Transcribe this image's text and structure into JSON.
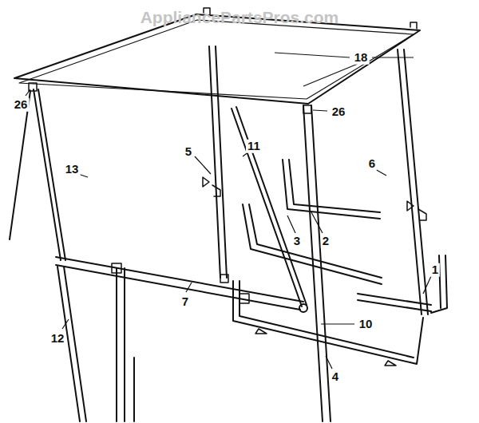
{
  "diagram": {
    "labels": [
      "AppliancePartsPros.com",
      "18",
      "26",
      "26",
      "13",
      "5",
      "11",
      "6",
      "2",
      "3",
      "1",
      "7",
      "10",
      "12",
      "4"
    ]
  }
}
